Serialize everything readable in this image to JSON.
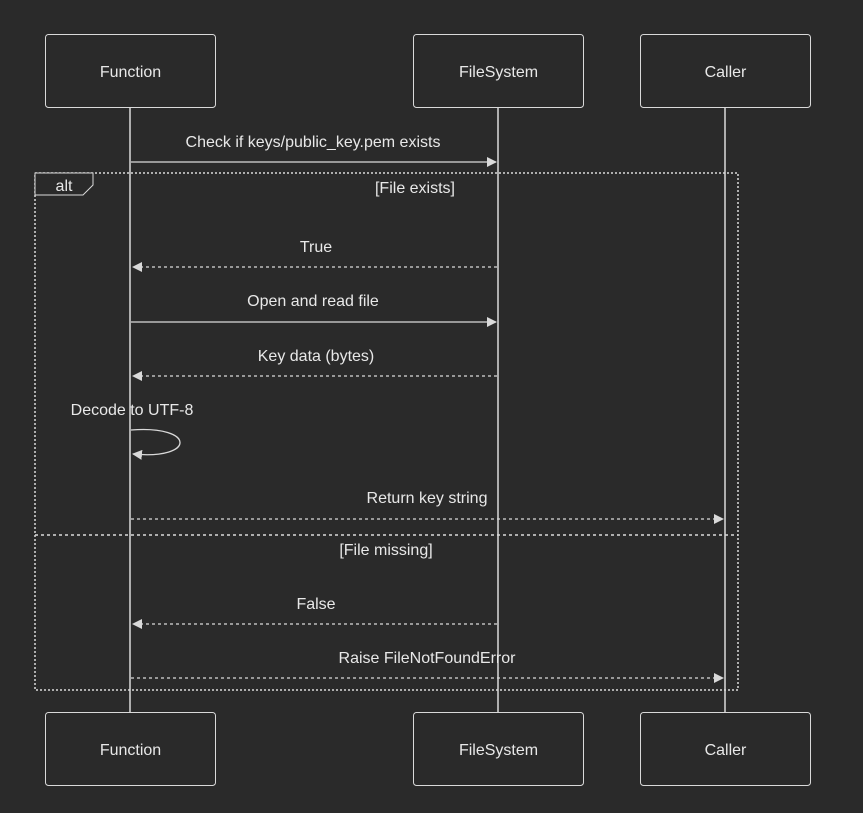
{
  "participants": {
    "function": "Function",
    "filesystem": "FileSystem",
    "caller": "Caller"
  },
  "messages": {
    "check_exists": "Check if keys/public_key.pem exists",
    "true_reply": "True",
    "open_read": "Open and read file",
    "key_data": "Key data (bytes)",
    "decode": "Decode to UTF-8",
    "return_key": "Return key string",
    "false_reply": "False",
    "raise_error": "Raise FileNotFoundError"
  },
  "alt_frame": {
    "label": "alt",
    "condition_1": "[File exists]",
    "condition_2": "[File missing]"
  },
  "colors": {
    "background": "#2a2a2a",
    "line": "#d9d9d9",
    "text": "#e8e8e8"
  }
}
